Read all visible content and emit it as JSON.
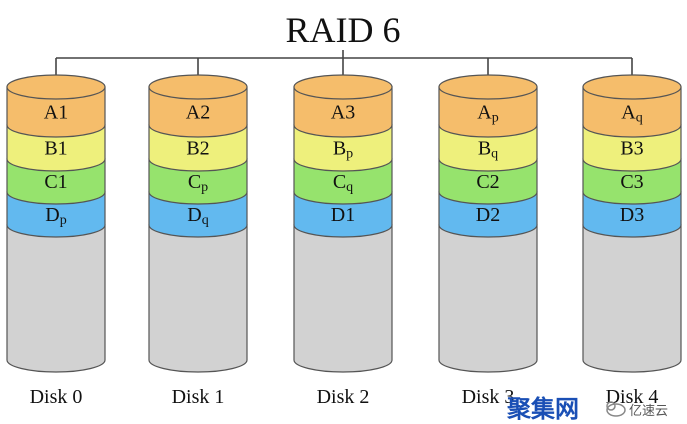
{
  "title": "RAID 6",
  "colors": {
    "A": "#f5bd6b",
    "B": "#eef07c",
    "C": "#96e36d",
    "D": "#62b9ef",
    "empty": "#d2d2d2",
    "outline": "#555555",
    "connector": "#444444",
    "watermark": "#1a4fb5"
  },
  "disks": [
    {
      "label": "Disk 0",
      "blocks": [
        {
          "main": "A",
          "sub": "1"
        },
        {
          "main": "B",
          "sub": "1"
        },
        {
          "main": "C",
          "sub": "1"
        },
        {
          "main": "D",
          "sub": "p"
        }
      ]
    },
    {
      "label": "Disk 1",
      "blocks": [
        {
          "main": "A",
          "sub": "2"
        },
        {
          "main": "B",
          "sub": "2"
        },
        {
          "main": "C",
          "sub": "p"
        },
        {
          "main": "D",
          "sub": "q"
        }
      ]
    },
    {
      "label": "Disk 2",
      "blocks": [
        {
          "main": "A",
          "sub": "3"
        },
        {
          "main": "B",
          "sub": "p"
        },
        {
          "main": "C",
          "sub": "q"
        },
        {
          "main": "D",
          "sub": "1"
        }
      ]
    },
    {
      "label": "Disk 3",
      "blocks": [
        {
          "main": "A",
          "sub": "p"
        },
        {
          "main": "B",
          "sub": "q"
        },
        {
          "main": "C",
          "sub": "2"
        },
        {
          "main": "D",
          "sub": "2"
        }
      ]
    },
    {
      "label": "Disk 4",
      "blocks": [
        {
          "main": "A",
          "sub": "q"
        },
        {
          "main": "B",
          "sub": "3"
        },
        {
          "main": "C",
          "sub": "3"
        },
        {
          "main": "D",
          "sub": "3"
        }
      ]
    }
  ],
  "watermark": {
    "brand": "聚集网",
    "logo": "亿速云"
  }
}
